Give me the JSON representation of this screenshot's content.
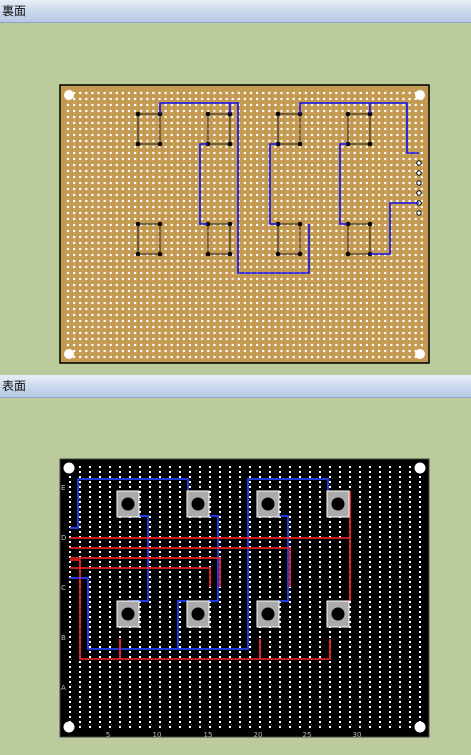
{
  "panels": {
    "back": {
      "title": "裏面"
    },
    "front": {
      "title": "表面"
    }
  },
  "board_back": {
    "board_color": "#c49a52",
    "pad_color": "#ffffff",
    "outline_color": "#222222",
    "wire_color": "#1010ee",
    "header_pins": 6
  },
  "board_front": {
    "board_color": "#000000",
    "hole_color": "#ffffff",
    "wire_blue": "#2040ff",
    "wire_red": "#e02020",
    "row_labels": [
      "E",
      "D",
      "C",
      "B",
      "A"
    ],
    "col_labels": [
      "5",
      "10",
      "15",
      "20",
      "25",
      "30"
    ],
    "switches": 8
  }
}
